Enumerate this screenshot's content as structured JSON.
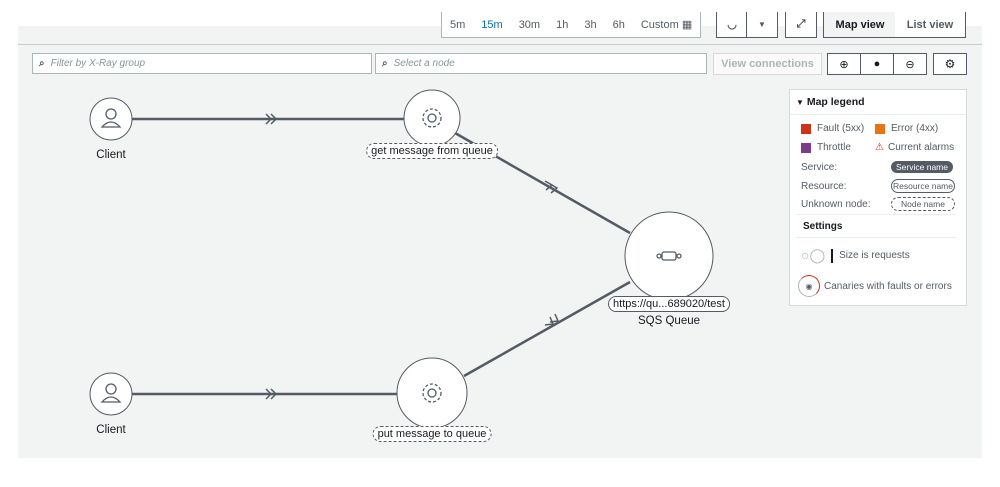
{
  "toolbar": {
    "time_ranges": [
      "5m",
      "15m",
      "30m",
      "1h",
      "3h",
      "6h"
    ],
    "active_range": "15m",
    "custom_label": "Custom",
    "map_view": "Map view",
    "list_view": "List view"
  },
  "filters": {
    "group_placeholder": "Filter by X-Ray group",
    "node_placeholder": "Select a node",
    "view_connections": "View connections"
  },
  "nodes": {
    "client_top": "Client",
    "get_message": "get message from queue",
    "sqs_url": "https://qu...689020/test",
    "sqs_name": "SQS Queue",
    "put_message": "put message to queue",
    "client_bottom": "Client"
  },
  "legend": {
    "title": "Map legend",
    "fault": "Fault (5xx)",
    "error": "Error (4xx)",
    "throttle": "Throttle",
    "alarms": "Current alarms",
    "service_label": "Service:",
    "service_tag": "Service name",
    "resource_label": "Resource:",
    "resource_tag": "Resource name",
    "unknown_label": "Unknown node:",
    "unknown_tag": "Node name",
    "settings_title": "Settings",
    "size_requests": "Size is requests",
    "canaries": "Canaries with faults or errors",
    "colors": {
      "fault": "#d13212",
      "error": "#ec7211",
      "throttle": "#7d3c8a"
    }
  }
}
